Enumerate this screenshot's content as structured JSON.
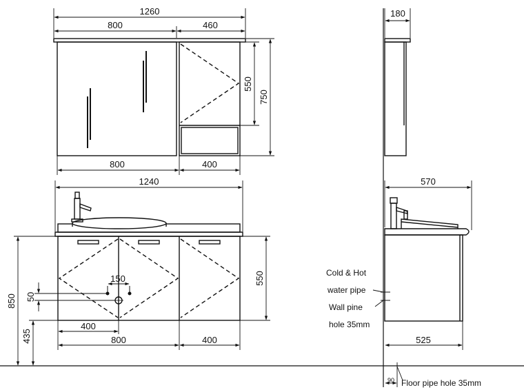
{
  "mirror_cabinet": {
    "width_total": "1260",
    "width_mirror_top": "800",
    "width_side_top": "460",
    "width_mirror_bottom": "800",
    "width_side_bottom": "400",
    "height_side_door": "550",
    "height_total": "750"
  },
  "mirror_side": {
    "depth": "180"
  },
  "base_cabinet": {
    "width_top": "1240",
    "pipe_spacing": "150",
    "pipe_height": "50",
    "drain_offset": "400",
    "width_left_bottom": "800",
    "width_right_bottom": "400",
    "height_door": "550",
    "height_floor_to_top": "850",
    "height_floor_to_bottom": "435"
  },
  "base_side": {
    "depth_top": "570",
    "depth_bottom": "525",
    "floor_pipe_offset": "90"
  },
  "notes": {
    "cold_hot_line1": "Cold & Hot",
    "cold_hot_line2": "water pipe",
    "wall_pipe_line1": "Wall pine",
    "wall_pipe_line2": "hole 35mm",
    "floor_pipe": "Floor pipe hole 35mm"
  }
}
